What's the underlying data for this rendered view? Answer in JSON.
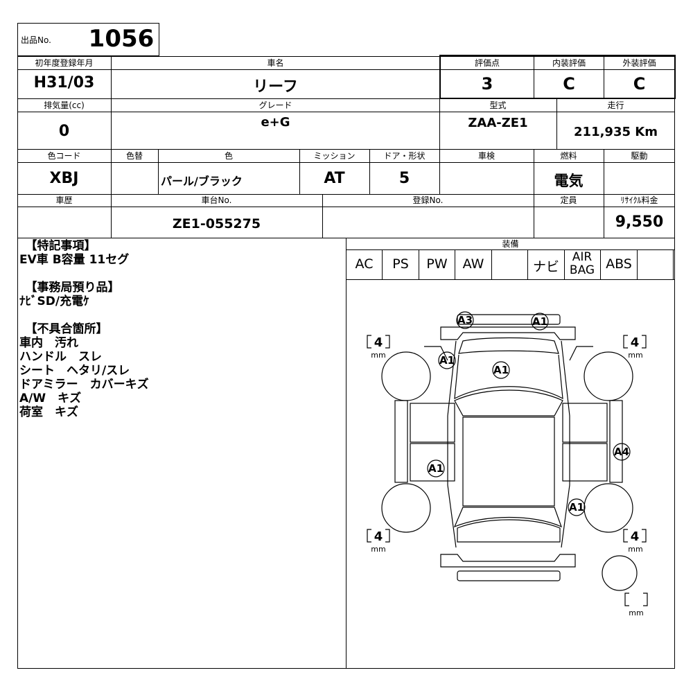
{
  "lot": {
    "label": "出品No.",
    "number": "1056"
  },
  "row1": {
    "reg_label": "初年度登録年月",
    "reg_value": "H31/03",
    "name_label": "車名",
    "name_value": "リーフ",
    "score_label": "評価点",
    "score_value": "3",
    "interior_label": "内装評価",
    "interior_value": "C",
    "exterior_label": "外装評価",
    "exterior_value": "C"
  },
  "row2": {
    "disp_label": "排気量(cc)",
    "disp_value": "0",
    "grade_label": "グレード",
    "grade_value": "e+G",
    "model_label": "型式",
    "model_value": "ZAA-ZE1",
    "mileage_label": "走行",
    "mileage_value": "211,935 Km"
  },
  "row3": {
    "colorcode_label": "色コード",
    "colorcode_value": "XBJ",
    "colorchange_label": "色替",
    "colorchange_value": "",
    "color_label": "色",
    "color_value": "パール/ブラック",
    "mission_label": "ミッション",
    "mission_value": "AT",
    "door_label": "ドア・形状",
    "door_value": "5",
    "inspection_label": "車検",
    "inspection_value": "",
    "fuel_label": "燃料",
    "fuel_value": "電気",
    "drive_label": "駆動",
    "drive_value": ""
  },
  "row4": {
    "history_label": "車歴",
    "history_value": "",
    "chassis_label": "車台No.",
    "chassis_value": "ZE1-055275",
    "regno_label": "登録No.",
    "regno_value": "",
    "capacity_label": "定員",
    "capacity_value": "",
    "recycle_label": "ﾘｻｲｸﾙ料金",
    "recycle_value": "9,550"
  },
  "notes": {
    "special_title": "　【特記事項】",
    "special_lines": [
      "EV車 B容量 11セグ"
    ],
    "office_title": "　【事務局預り品】",
    "office_lines": [
      "ﾅﾋﾞSD/充電ｹ"
    ],
    "defect_title": "　【不具合箇所】",
    "defect_lines": [
      "車内　汚れ",
      "ハンドル　スレ",
      "シート　ヘタリ/スレ",
      "ドアミラー　カバーキズ",
      "A/W　キズ",
      "荷室　キズ"
    ]
  },
  "equipment": {
    "label": "装備",
    "items": [
      "AC",
      "PS",
      "PW",
      "AW",
      "",
      "ナビ",
      "AIR BAG",
      "ABS",
      ""
    ]
  },
  "diagram": {
    "tire_fl": "4",
    "tire_fr": "4",
    "tire_rl": "4",
    "tire_rr": "4",
    "spare": "",
    "unit": "mm",
    "marks": [
      "A3",
      "A1",
      "A1",
      "A1",
      "A1",
      "A4",
      "A1"
    ]
  }
}
